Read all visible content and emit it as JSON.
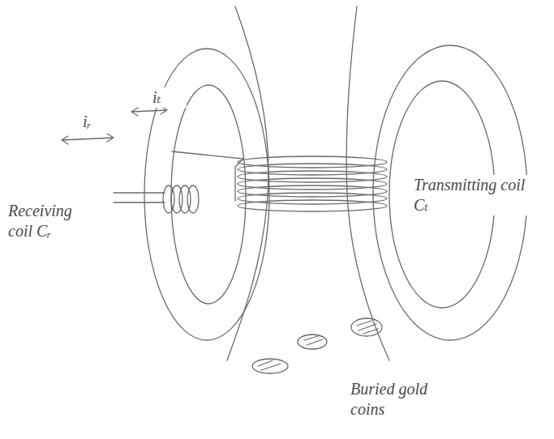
{
  "diagram": {
    "labels": [
      "iᵣ",
      "iₜ",
      "Receiving coil Cᵣ",
      "Transmitting coil Cₜ",
      "Buried gold coins"
    ]
  }
}
